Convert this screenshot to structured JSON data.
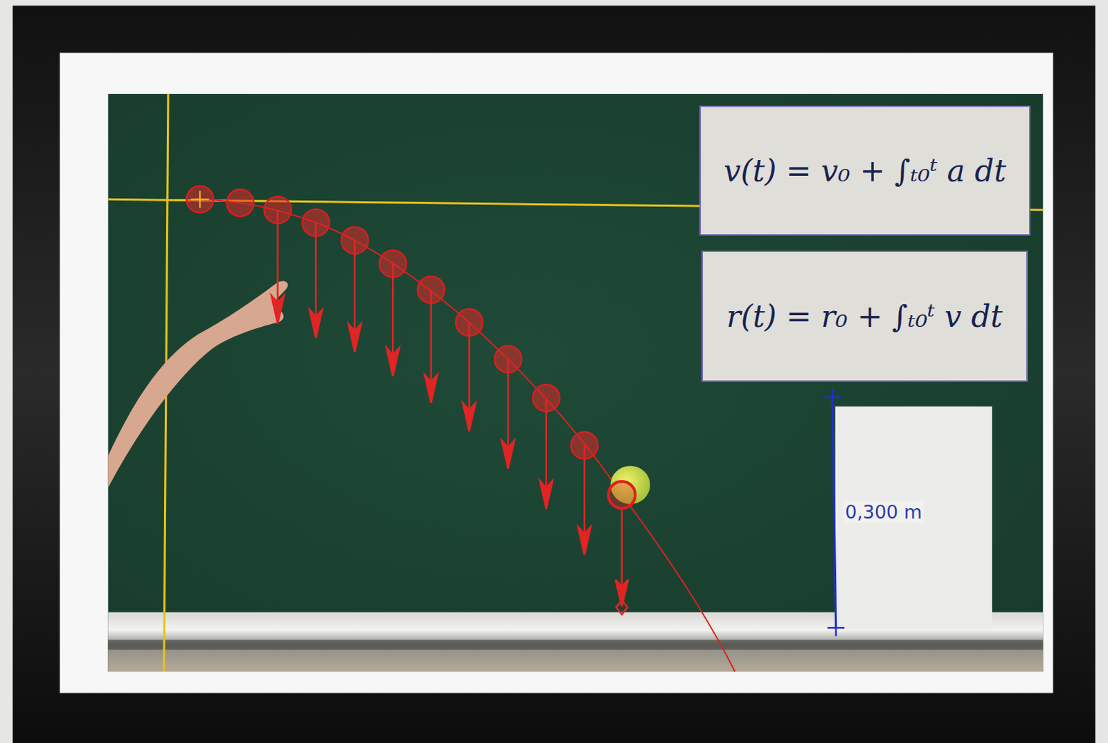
{
  "diagram": {
    "nodes": [
      {
        "text": [
          "v(t) = v₀ + ∫ₜ₀ᵗ a dt"
        ]
      },
      {
        "text": [
          "r(t) = r₀ + ∫ₜ₀ᵗ v dt"
        ]
      }
    ],
    "labels": [
      "0,300 m"
    ]
  }
}
